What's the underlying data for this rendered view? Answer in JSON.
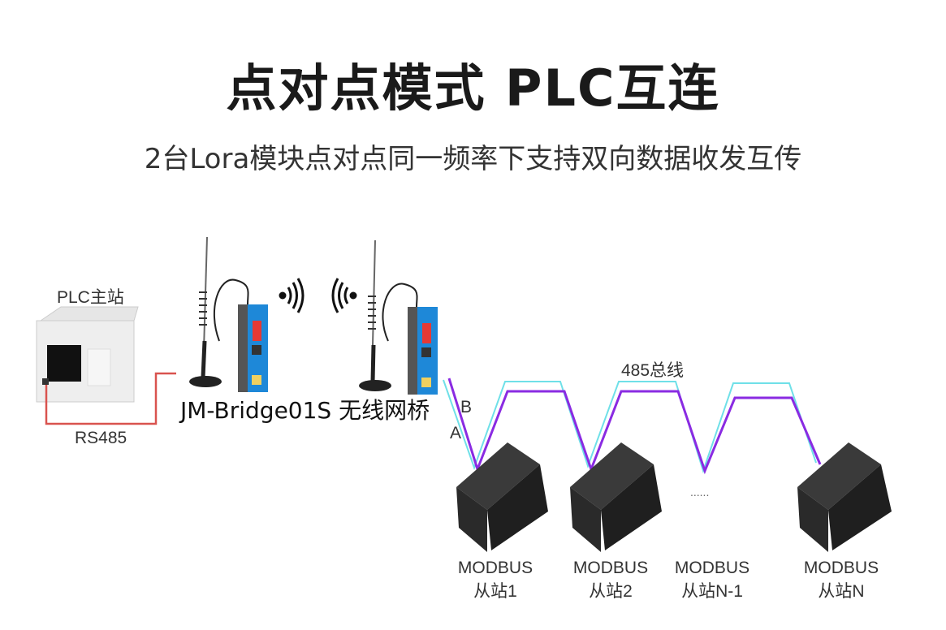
{
  "title": "点对点模式 PLC互连",
  "subtitle": "2台Lora模块点对点同一频率下支持双向数据收发互传",
  "master": {
    "label": "PLC主站",
    "cable_label": "RS485"
  },
  "bridge": {
    "label": "JM-Bridge01S  无线网桥"
  },
  "bus": {
    "label": "485总线",
    "wire_a": "A",
    "wire_b": "B",
    "ellipsis": "......"
  },
  "slaves": [
    {
      "line1": "MODBUS",
      "line2": "从站1"
    },
    {
      "line1": "MODBUS",
      "line2": "从站2"
    },
    {
      "line1": "MODBUS",
      "line2": "从站N-1"
    },
    {
      "line1": "MODBUS",
      "line2": "从站N"
    }
  ],
  "colors": {
    "wire_a": "#8a2be2",
    "wire_b": "#6fe0e8",
    "rs485": "#d9534f",
    "bridge_body": "#1e88d8"
  }
}
